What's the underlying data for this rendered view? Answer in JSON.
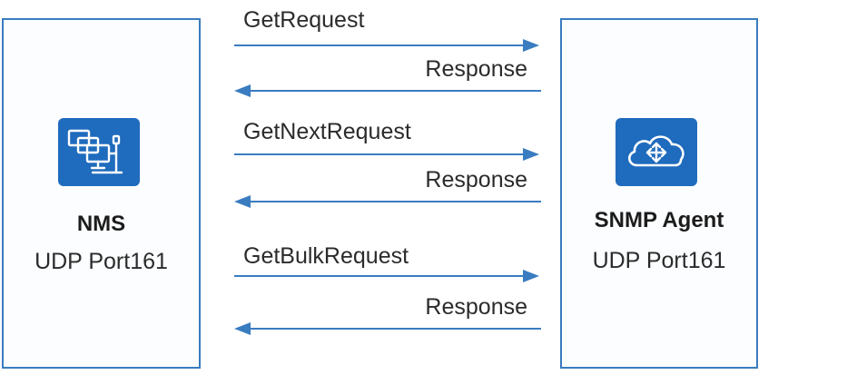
{
  "nms": {
    "title": "NMS",
    "port": "UDP Port161",
    "icon": "monitors-network-icon"
  },
  "agent": {
    "title": "SNMP Agent",
    "port": "UDP Port161",
    "icon": "cloud-router-icon"
  },
  "messages": [
    {
      "label": "GetRequest",
      "direction": "nms-to-agent"
    },
    {
      "label": "Response",
      "direction": "agent-to-nms"
    },
    {
      "label": "GetNextRequest",
      "direction": "nms-to-agent"
    },
    {
      "label": "Response",
      "direction": "agent-to-nms"
    },
    {
      "label": "GetBulkRequest",
      "direction": "nms-to-agent"
    },
    {
      "label": "Response",
      "direction": "agent-to-nms"
    }
  ],
  "colors": {
    "accent": "#3a7cc0",
    "icon_tile": "#1f6bbd"
  }
}
